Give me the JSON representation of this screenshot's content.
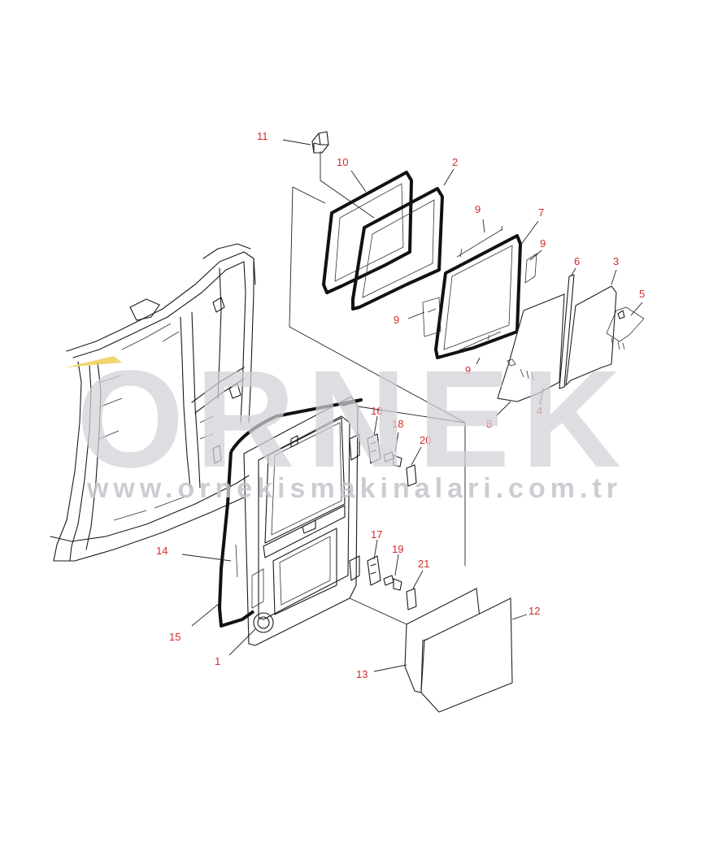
{
  "diagram": {
    "callouts": [
      "1",
      "2",
      "3",
      "4",
      "5",
      "6",
      "7",
      "8",
      "9",
      "9",
      "9",
      "9",
      "10",
      "11",
      "12",
      "13",
      "14",
      "15",
      "16",
      "17",
      "18",
      "19",
      "20",
      "21"
    ]
  },
  "watermark": {
    "brand": "ORNEK",
    "url": "www.ornekismakinalari.com.tr",
    "accent_color": "#f0d060"
  },
  "colors": {
    "callout": "#d42a2a",
    "line": "#1a1a1a",
    "watermark": "#d2d2d8"
  }
}
